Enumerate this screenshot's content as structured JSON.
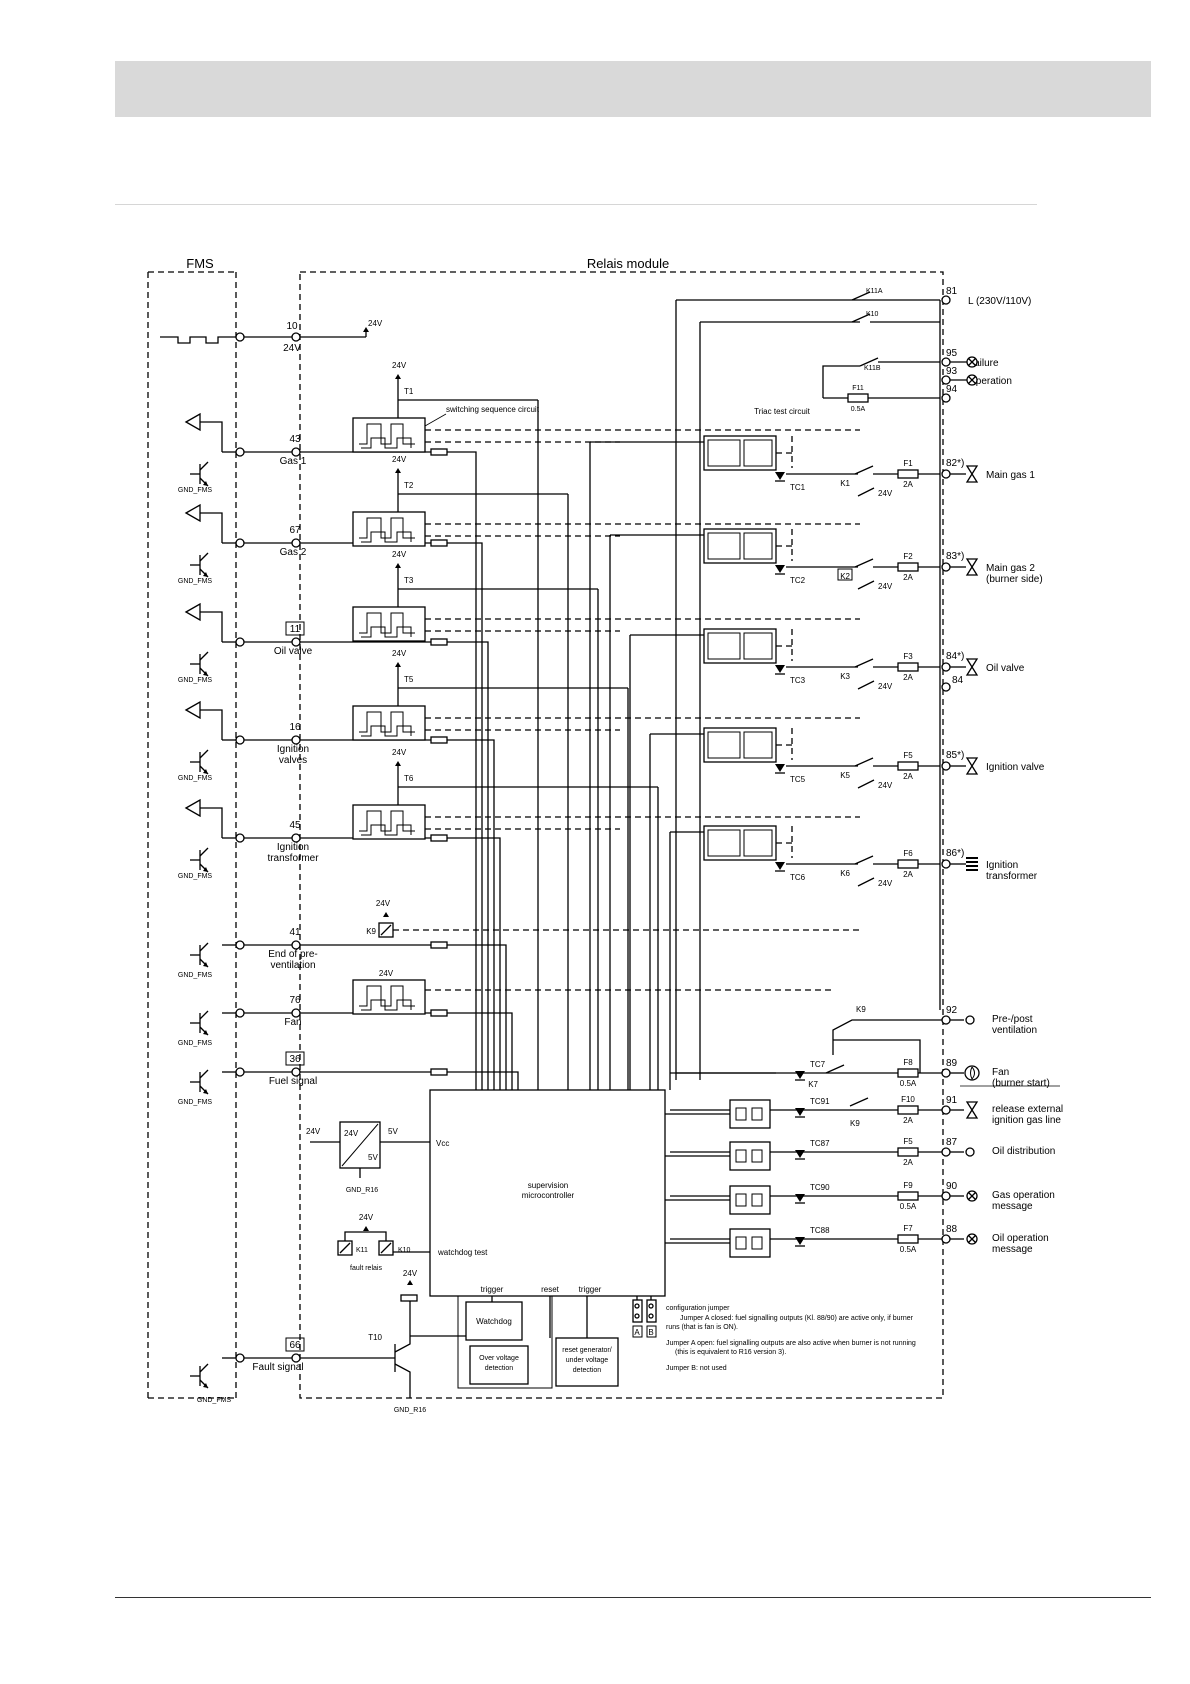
{
  "regions": {
    "fms": "FMS",
    "relais": "Relais module"
  },
  "supply": {
    "num": "10",
    "volt": "24V",
    "rail": "24V"
  },
  "inputs": [
    {
      "num": "43",
      "label": [
        "Gas 1"
      ],
      "gnd": "GND_FMS",
      "boxed": false
    },
    {
      "num": "67",
      "label": [
        "Gas 2"
      ],
      "gnd": "GND_FMS",
      "boxed": false
    },
    {
      "num": "11",
      "label": [
        "Oil valve"
      ],
      "gnd": "GND_FMS",
      "boxed": true
    },
    {
      "num": "16",
      "label": [
        "Ignition",
        "valves"
      ],
      "gnd": "GND_FMS",
      "boxed": false
    },
    {
      "num": "45",
      "label": [
        "Ignition",
        "transformer"
      ],
      "gnd": "GND_FMS",
      "boxed": false
    },
    {
      "num": "41",
      "label": [
        "End of pre-",
        "ventilation"
      ],
      "gnd": "GND_FMS",
      "boxed": false
    },
    {
      "num": "76",
      "label": [
        "Fan"
      ],
      "gnd": "GND_FMS",
      "boxed": false
    },
    {
      "num": "36",
      "label": [
        "Fuel signal"
      ],
      "gnd": "GND_FMS",
      "boxed": true
    },
    {
      "num": "66",
      "label": [
        "Fault signal"
      ],
      "gnd": "GND_FMS",
      "boxed": true
    }
  ],
  "transistors": [
    "T1",
    "T2",
    "T3",
    "T5",
    "T6",
    "T10"
  ],
  "v24": "24V",
  "k9_coil": "K9",
  "switching_label": "switching sequence circuit",
  "triac_test_label": "Triac test circuit",
  "top_relays": {
    "k11a": "K11A",
    "k10": "K10",
    "k11b": "K11B",
    "f11": "F11",
    "f11_rating": "0.5A"
  },
  "top_outputs": [
    {
      "num": "81",
      "label": [
        "L (230V/110V)"
      ]
    },
    {
      "num": "95",
      "label": [
        "Failure"
      ]
    },
    {
      "num": "93",
      "label": [
        "Operation"
      ]
    },
    {
      "num": "94",
      "label": [
        ""
      ]
    }
  ],
  "channels": [
    {
      "tc": "TC1",
      "k": "K1",
      "fuse": "F1",
      "rating": "2A",
      "num": "82",
      "label": [
        "Main gas 1"
      ],
      "sym": "valve",
      "v": "24V"
    },
    {
      "tc": "TC2",
      "k": "K2",
      "fuse": "F2",
      "rating": "2A",
      "num": "83",
      "label": [
        "Main gas 2",
        "(burner side)"
      ],
      "sym": "valve",
      "v": "24V"
    },
    {
      "tc": "TC3",
      "k": "K3",
      "fuse": "F3",
      "rating": "2A",
      "num": "84",
      "num2": "84",
      "label": [
        "Oil valve"
      ],
      "sym": "valve",
      "v": "24V"
    },
    {
      "tc": "TC5",
      "k": "K5",
      "fuse": "F5",
      "rating": "2A",
      "num": "85",
      "label": [
        "Ignition valve"
      ],
      "sym": "valve",
      "v": "24V"
    },
    {
      "tc": "TC6",
      "k": "K6",
      "fuse": "F6",
      "rating": "2A",
      "num": "86",
      "label": [
        "Ignition",
        "transformer"
      ],
      "sym": "transformer",
      "v": "24V"
    }
  ],
  "lower_outputs": [
    {
      "num": "92",
      "label": [
        "Pre-/post",
        "ventilation"
      ],
      "sym": "circle",
      "tc": "",
      "fuse": "",
      "rating": "",
      "k": "K9"
    },
    {
      "num": "89",
      "label": [
        "Fan",
        "(burner start)"
      ],
      "sym": "fan",
      "tc": "TC7",
      "fuse": "F8",
      "rating": "0.5A",
      "k": "K7"
    },
    {
      "num": "91",
      "label": [
        "release external",
        "ignition gas line"
      ],
      "sym": "valve",
      "tc": "TC91",
      "fuse": "F10",
      "rating": "2A",
      "k": "K9"
    },
    {
      "num": "87",
      "label": [
        "Oil distribution"
      ],
      "sym": "circle",
      "tc": "TC87",
      "fuse": "F5",
      "rating": "2A",
      "k": ""
    },
    {
      "num": "90",
      "label": [
        "Gas operation",
        "message"
      ],
      "sym": "lamp",
      "tc": "TC90",
      "fuse": "F9",
      "rating": "0.5A",
      "k": ""
    },
    {
      "num": "88",
      "label": [
        "Oil operation",
        "message"
      ],
      "sym": "lamp",
      "tc": "TC88",
      "fuse": "F7",
      "rating": "0.5A",
      "k": ""
    }
  ],
  "micro": {
    "line1": "supervision",
    "line2": "microcontroller",
    "vcc": "Vcc",
    "wd_test": "watchdog test",
    "trigger": "trigger",
    "reset": "reset"
  },
  "regulator": {
    "in": "24V",
    "out": "5V",
    "box_in": "24V",
    "box_out": "5V",
    "gnd": "GND_R16"
  },
  "fault_relais": {
    "k11": "K11",
    "k10": "K10",
    "label": "fault relais",
    "v": "24V"
  },
  "t10_gnd": "GND_R16",
  "blocks": {
    "watchdog": "Watchdog",
    "overvolt": [
      "Over voltage",
      "detection"
    ],
    "reset_gen": [
      "reset generator/",
      "under voltage",
      "detection"
    ]
  },
  "jumpers": {
    "a": "A",
    "b": "B"
  },
  "notes": [
    "configuration jumper",
    "Jumper A closed: fuel signalling outputs (Kl. 88/90) are active only, if burner",
    "runs (that is fan is ON).",
    "Jumper        A open: fuel signalling outputs are also active when burner is not running",
    "(this is equivalent to R16 version 3).",
    "Jumper B: not used"
  ]
}
